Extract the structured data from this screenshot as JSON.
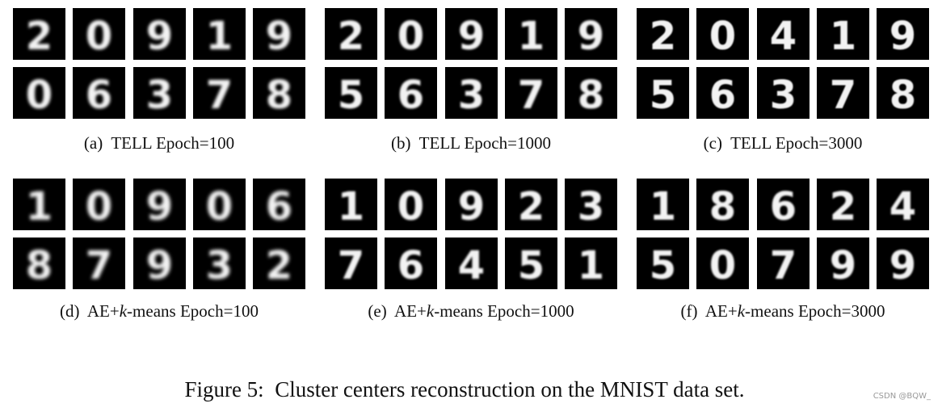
{
  "panels": [
    {
      "label": "(a)",
      "method": "TELL",
      "epoch_text": "Epoch=100",
      "digits": [
        "2",
        "0",
        "9",
        "1",
        "9",
        "0",
        "6",
        "3",
        "7",
        "8"
      ],
      "blur": 1.9
    },
    {
      "label": "(b)",
      "method": "TELL",
      "epoch_text": "Epoch=1000",
      "digits": [
        "2",
        "0",
        "9",
        "1",
        "9",
        "5",
        "6",
        "3",
        "7",
        "8"
      ],
      "blur": 1.2
    },
    {
      "label": "(c)",
      "method": "TELL",
      "epoch_text": "Epoch=3000",
      "digits": [
        "2",
        "0",
        "4",
        "1",
        "9",
        "5",
        "6",
        "3",
        "7",
        "8"
      ],
      "blur": 0.8
    },
    {
      "label": "(d)",
      "method": "AE+",
      "method_k": "k",
      "method_suffix": "-means",
      "epoch_text": "Epoch=100",
      "digits": [
        "1",
        "0",
        "9",
        "0",
        "6",
        "8",
        "7",
        "9",
        "3",
        "2"
      ],
      "blur": 2.0
    },
    {
      "label": "(e)",
      "method": "AE+",
      "method_k": "k",
      "method_suffix": "-means",
      "epoch_text": "Epoch=1000",
      "digits": [
        "1",
        "0",
        "9",
        "2",
        "3",
        "7",
        "6",
        "4",
        "5",
        "1"
      ],
      "blur": 1.3
    },
    {
      "label": "(f)",
      "method": "AE+",
      "method_k": "k",
      "method_suffix": "-means",
      "epoch_text": "Epoch=3000",
      "digits": [
        "1",
        "8",
        "6",
        "2",
        "4",
        "5",
        "0",
        "7",
        "9",
        "9"
      ],
      "blur": 1.0
    }
  ],
  "figure_caption": {
    "number": "Figure 5:",
    "text": "Cluster centers reconstruction on the MNIST data set."
  },
  "watermark": "CSDN @BQW_"
}
